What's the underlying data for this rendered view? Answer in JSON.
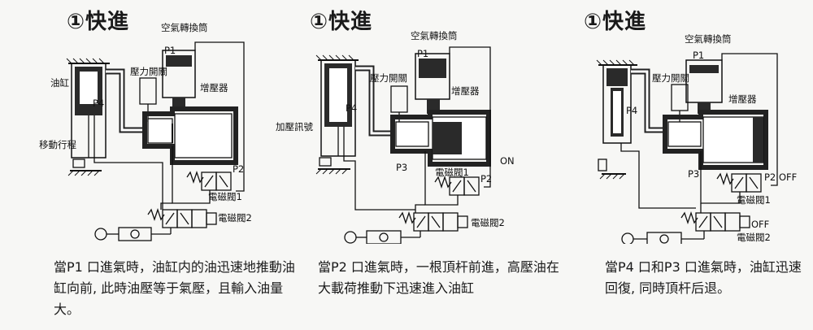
{
  "panels": [
    {
      "title": "①快進",
      "labels": {
        "air_converter": "空氣轉換筒",
        "p1": "P1",
        "pressure_switch": "壓力開關",
        "booster": "增壓器",
        "oil_cylinder": "油缸",
        "p4": "P4",
        "move_stroke": "移動行程",
        "p2": "P2",
        "valve1": "電磁閥1",
        "valve2": "電磁閥2"
      },
      "description": "當P1 口進氣時，油缸内的油迅速地推動油缸向前, 此時油壓等于氣壓，且輸入油量大。"
    },
    {
      "title": "①快進",
      "labels": {
        "air_converter": "空氣轉換筒",
        "p1": "P1",
        "pressure_switch": "壓力開關",
        "booster": "增壓器",
        "p4": "P4",
        "pressure_signal": "加壓訊號",
        "p3": "P3",
        "on": "ON",
        "valve1": "電磁閥1",
        "p2": "P2",
        "valve2": "電磁閥2"
      },
      "description": "當P2 口進氣時，一根頂杆前進，高壓油在大載荷推動下迅速進入油缸"
    },
    {
      "title": "①快進",
      "labels": {
        "air_converter": "空氣轉換筒",
        "p1": "P1",
        "pressure_switch": "壓力開關",
        "booster": "增壓器",
        "p4": "P4",
        "p3": "P3",
        "p2": "P2",
        "off1": "OFF",
        "valve1": "電磁閥1",
        "off2": "OFF",
        "valve2": "電磁閥2"
      },
      "description": "當P4 口和P3 口進氣時，油缸迅速回復, 同時頂杆后退。"
    }
  ]
}
